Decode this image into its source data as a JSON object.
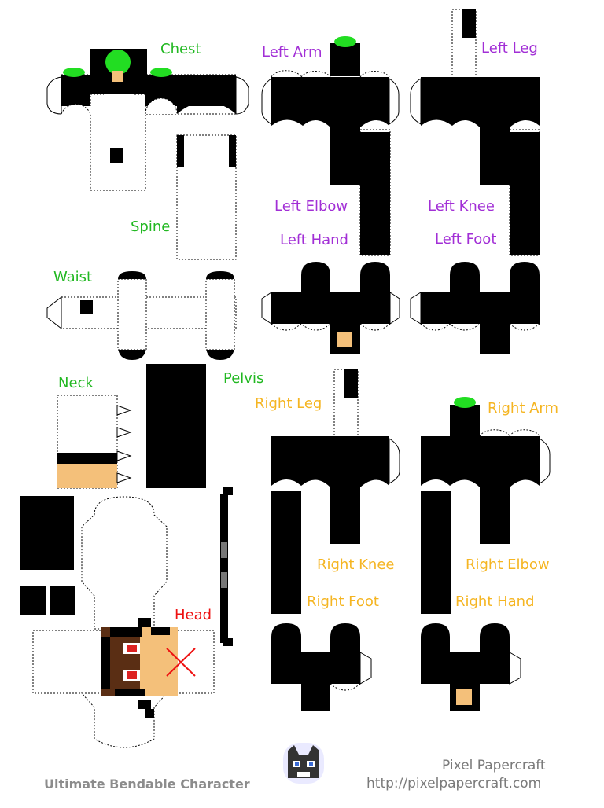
{
  "labels": {
    "chest": "Chest",
    "spine": "Spine",
    "waist": "Waist",
    "neck": "Neck",
    "pelvis": "Pelvis",
    "head": "Head",
    "left_arm": "Left Arm",
    "left_elbow": "Left Elbow",
    "left_hand": "Left Hand",
    "left_leg": "Left Leg",
    "left_knee": "Left Knee",
    "left_foot": "Left Foot",
    "right_leg": "Right Leg",
    "right_knee": "Right Knee",
    "right_foot": "Right Foot",
    "right_arm": "Right Arm",
    "right_elbow": "Right Elbow",
    "right_hand": "Right Hand"
  },
  "footer": {
    "title": "Ultimate Bendable Character",
    "brand": "Pixel Papercraft",
    "url": "http://pixelpapercraft.com"
  },
  "colors": {
    "body_color": "#000000",
    "label_torso": "#22b822",
    "label_left": "#a22fd6",
    "label_right": "#f5b522",
    "label_head": "#ee1111",
    "skin": "#f4c07a",
    "hair": "#5a2e14",
    "green_knob": "#22dd22"
  }
}
